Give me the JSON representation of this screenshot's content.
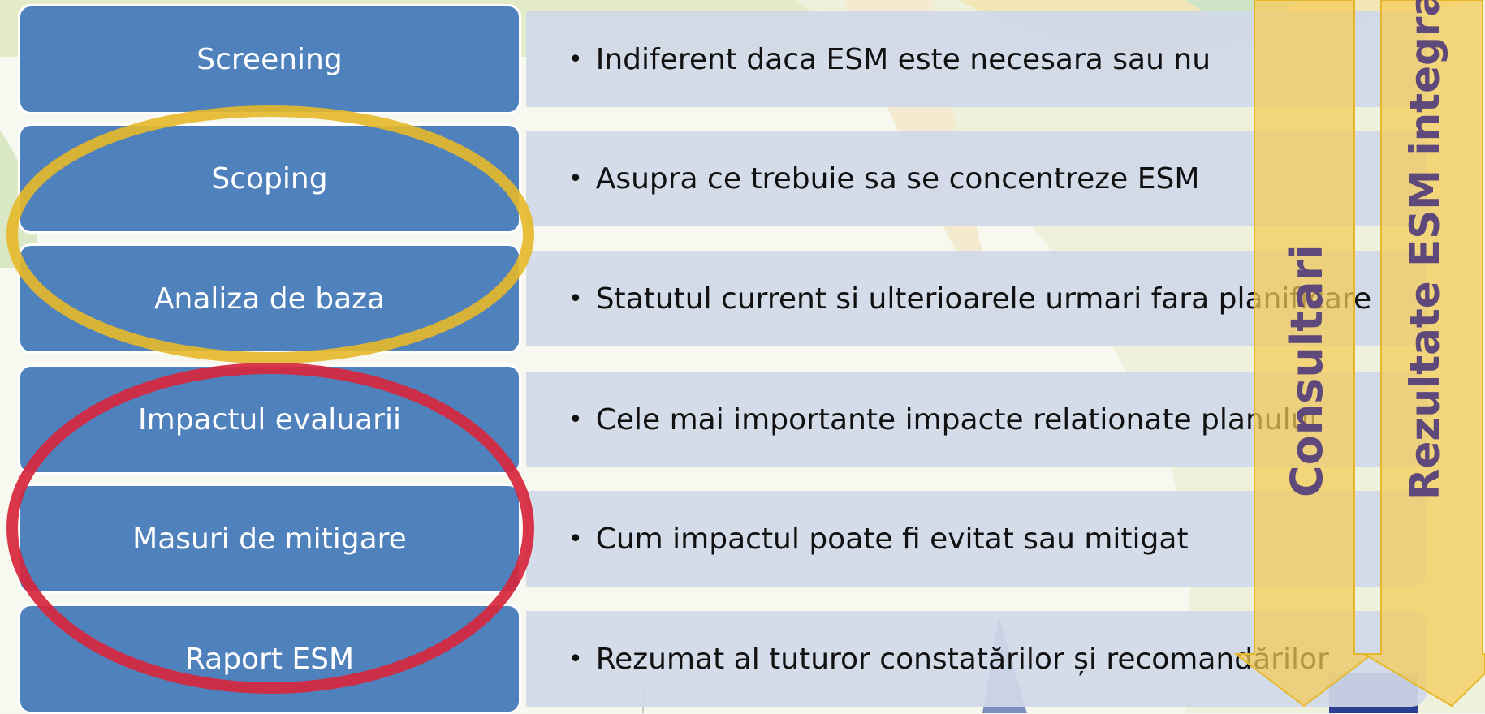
{
  "steps": [
    {
      "label": "Screening",
      "description": "Indiferent daca ESM este necesara sau nu"
    },
    {
      "label": "Scoping",
      "description": "Asupra ce trebuie sa se concentreze ESM"
    },
    {
      "label": "Analiza de baza",
      "description": "Statutul current si ulterioarele urmari fara planificare"
    },
    {
      "label": "Impactul evaluarii",
      "description": "Cele mai importante impacte relationate planului"
    },
    {
      "label": "Masuri de mitigare",
      "description": "Cum impactul poate fi evitat sau mitigat"
    },
    {
      "label": "Raport ESM",
      "description": "Rezumat al tuturor constatărilor și recomandărilor"
    }
  ],
  "arrows": {
    "consultations": "Consultari",
    "integrated_results": "Rezultate ESM integrate"
  },
  "bullet_char": "•",
  "colors": {
    "step_fill": "#4f81bd",
    "description_fill": "#d0d8e8",
    "arrow_fill": "#f6cc55",
    "arrow_text": "#5f497a",
    "scoping_highlight": "#e6b829",
    "impact_highlight": "#d7263d"
  }
}
